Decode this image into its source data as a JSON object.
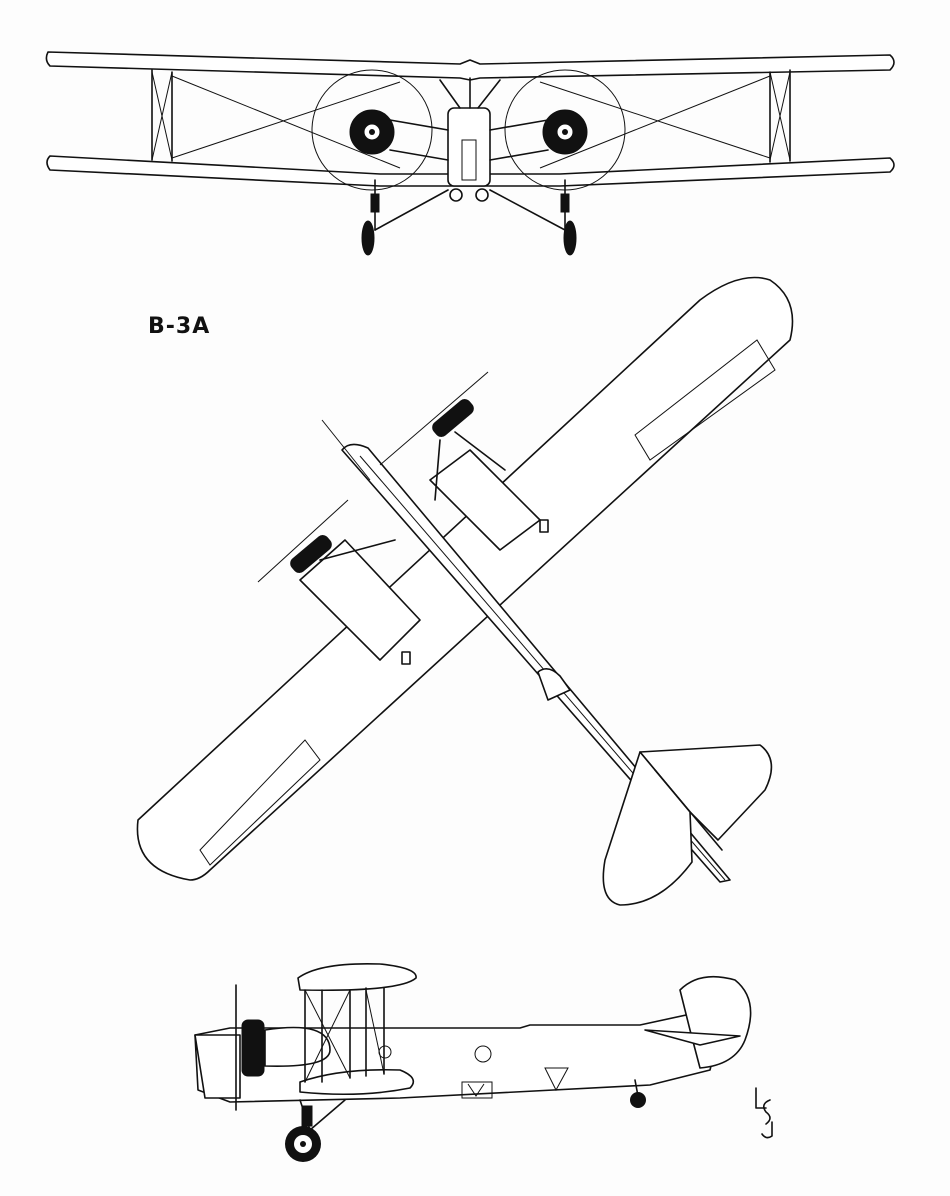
{
  "drawing": {
    "designation": "B-3A",
    "views": [
      "front-view",
      "plan-view",
      "side-view"
    ]
  }
}
